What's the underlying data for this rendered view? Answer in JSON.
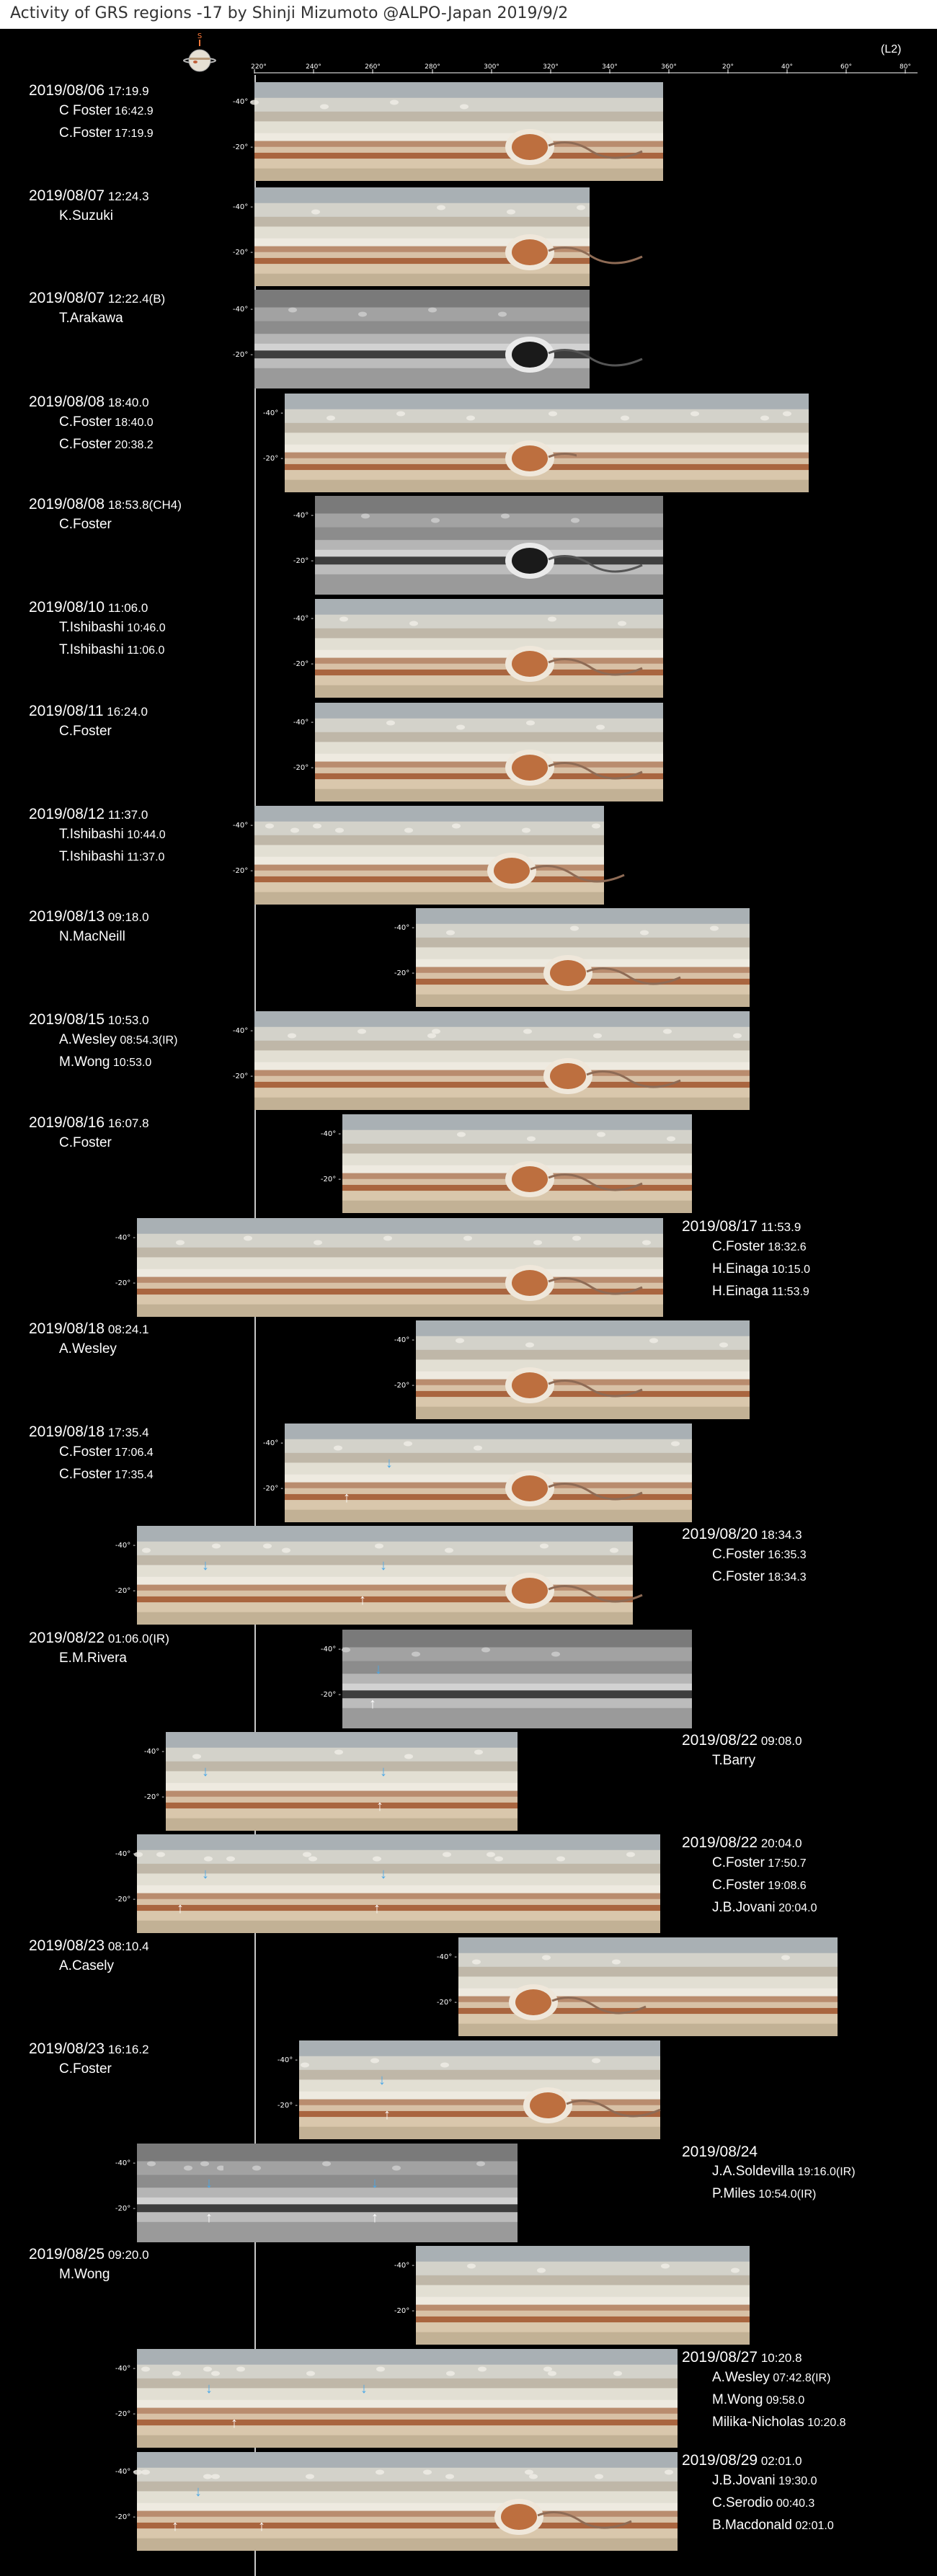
{
  "header": {
    "title": "Activity of GRS regions -17      by Shinji Mizumoto @ALPO-Japan   2019/9/2",
    "system": "(L2)",
    "compass_label": "S",
    "lon_ticks": [
      "220°",
      "240°",
      "260°",
      "280°",
      "300°",
      "320°",
      "340°",
      "360°",
      "20°",
      "40°",
      "60°",
      "80°"
    ],
    "lat_ticks": [
      "-40°",
      "-20°"
    ]
  },
  "rows": [
    {
      "date": "2019/08/06",
      "time": "17:19.9",
      "side": "left",
      "obs": [
        {
          "name": "C Foster",
          "time": "16:42.9"
        },
        {
          "name": "C.Foster",
          "time": "17:19.9"
        }
      ]
    },
    {
      "date": "2019/08/07",
      "time": "12:24.3",
      "side": "left",
      "obs": [
        {
          "name": "K.Suzuki",
          "time": ""
        }
      ]
    },
    {
      "date": "2019/08/07",
      "time": "12:22.4(B)",
      "side": "left",
      "obs": [
        {
          "name": "T.Arakawa",
          "time": ""
        }
      ]
    },
    {
      "date": "2019/08/08",
      "time": "18:40.0",
      "side": "left",
      "obs": [
        {
          "name": "C.Foster",
          "time": "18:40.0"
        },
        {
          "name": "C.Foster",
          "time": "20:38.2"
        }
      ]
    },
    {
      "date": "2019/08/08",
      "time": "18:53.8(CH4)",
      "side": "left",
      "obs": [
        {
          "name": "C.Foster",
          "time": ""
        }
      ]
    },
    {
      "date": "2019/08/10",
      "time": "11:06.0",
      "side": "left",
      "obs": [
        {
          "name": "T.Ishibashi",
          "time": "10:46.0"
        },
        {
          "name": "T.Ishibashi",
          "time": "11:06.0"
        }
      ]
    },
    {
      "date": "2019/08/11",
      "time": "16:24.0",
      "side": "left",
      "obs": [
        {
          "name": "C.Foster",
          "time": ""
        }
      ]
    },
    {
      "date": "2019/08/12",
      "time": "11:37.0",
      "side": "left",
      "obs": [
        {
          "name": "T.Ishibashi",
          "time": "10:44.0"
        },
        {
          "name": "T.Ishibashi",
          "time": "11:37.0"
        }
      ]
    },
    {
      "date": "2019/08/13",
      "time": "09:18.0",
      "side": "left",
      "obs": [
        {
          "name": "N.MacNeill",
          "time": ""
        }
      ]
    },
    {
      "date": "2019/08/15",
      "time": "10:53.0",
      "side": "left",
      "obs": [
        {
          "name": "A.Wesley",
          "time": "08:54.3(IR)"
        },
        {
          "name": "M.Wong",
          "time": "10:53.0"
        }
      ]
    },
    {
      "date": "2019/08/16",
      "time": "16:07.8",
      "side": "left",
      "obs": [
        {
          "name": "C.Foster",
          "time": ""
        }
      ]
    },
    {
      "date": "2019/08/17",
      "time": "11:53.9",
      "side": "right",
      "obs": [
        {
          "name": "C.Foster",
          "time": "18:32.6"
        },
        {
          "name": "H.Einaga",
          "time": "10:15.0"
        },
        {
          "name": "H.Einaga",
          "time": "11:53.9"
        }
      ]
    },
    {
      "date": "2019/08/18",
      "time": "08:24.1",
      "side": "left",
      "obs": [
        {
          "name": "A.Wesley",
          "time": ""
        }
      ]
    },
    {
      "date": "2019/08/18",
      "time": "17:35.4",
      "side": "left",
      "obs": [
        {
          "name": "C.Foster",
          "time": "17:06.4"
        },
        {
          "name": "C.Foster",
          "time": "17:35.4"
        }
      ]
    },
    {
      "date": "2019/08/20",
      "time": "18:34.3",
      "side": "right",
      "obs": [
        {
          "name": "C.Foster",
          "time": "16:35.3"
        },
        {
          "name": "C.Foster",
          "time": "18:34.3"
        }
      ]
    },
    {
      "date": "2019/08/22",
      "time": "01:06.0(IR)",
      "side": "left",
      "obs": [
        {
          "name": "E.M.Rivera",
          "time": ""
        }
      ]
    },
    {
      "date": "2019/08/22",
      "time": "09:08.0",
      "side": "right",
      "obs": [
        {
          "name": "T.Barry",
          "time": ""
        }
      ]
    },
    {
      "date": "2019/08/22",
      "time": "20:04.0",
      "side": "right",
      "obs": [
        {
          "name": "C.Foster",
          "time": "17:50.7"
        },
        {
          "name": "C.Foster",
          "time": "19:08.6"
        },
        {
          "name": "J.B.Jovani",
          "time": "20:04.0"
        }
      ]
    },
    {
      "date": "2019/08/23",
      "time": "08:10.4",
      "side": "left",
      "obs": [
        {
          "name": "A.Casely",
          "time": ""
        }
      ]
    },
    {
      "date": "2019/08/23",
      "time": "16:16.2",
      "side": "left",
      "obs": [
        {
          "name": "C.Foster",
          "time": ""
        }
      ]
    },
    {
      "date": "2019/08/24",
      "time": "",
      "side": "right",
      "obs": [
        {
          "name": "J.A.Soldevilla",
          "time": "19:16.0(IR)"
        },
        {
          "name": "P.Miles",
          "time": "10:54.0(IR)"
        }
      ]
    },
    {
      "date": "2019/08/25",
      "time": "09:20.0",
      "side": "left",
      "obs": [
        {
          "name": "M.Wong",
          "time": ""
        }
      ]
    },
    {
      "date": "2019/08/27",
      "time": "10:20.8",
      "side": "right",
      "obs": [
        {
          "name": "A.Wesley",
          "time": "07:42.8(IR)"
        },
        {
          "name": "M.Wong",
          "time": "09:58.0"
        },
        {
          "name": "Milika-Nicholas",
          "time": "10:20.8"
        }
      ]
    },
    {
      "date": "2019/08/29",
      "time": "02:01.0",
      "side": "right",
      "obs": [
        {
          "name": "J.B.Jovani",
          "time": "19:30.0"
        },
        {
          "name": "C.Serodio",
          "time": "00:40.3"
        },
        {
          "name": "B.Macdonald",
          "time": "02:01.0"
        }
      ]
    }
  ]
}
